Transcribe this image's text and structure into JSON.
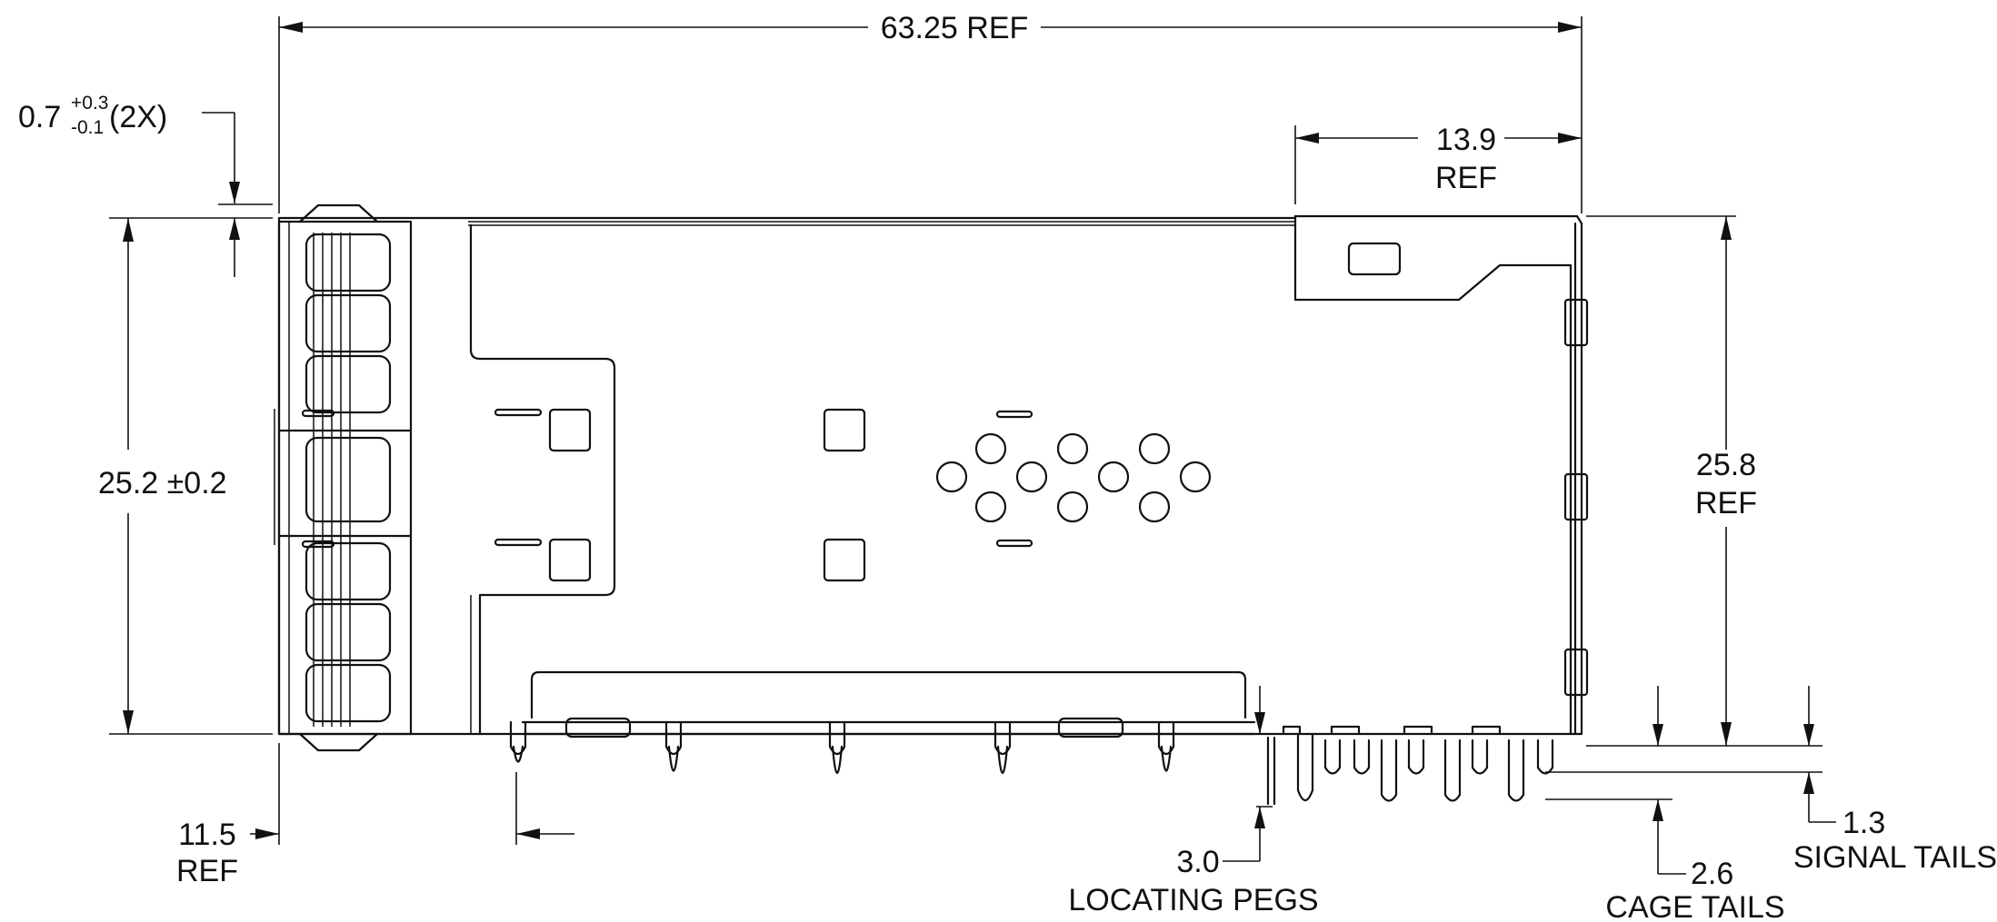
{
  "colors": {
    "line": "#111111",
    "background": "#ffffff"
  },
  "dimensions": {
    "overall_length": "63.25 REF",
    "tab_length_value": "13.9",
    "tab_length_ref": "REF",
    "flange_value": "0.7",
    "flange_tol_plus": "+0.3",
    "flange_tol_minus": "-0.1",
    "flange_count": "(2X)",
    "height": "25.2 ±0.2",
    "overall_height_value": "25.8",
    "overall_height_ref": "REF",
    "front_offset_value": "11.5",
    "front_offset_ref": "REF",
    "peg_length_value": "3.0",
    "peg_label": "LOCATING PEGS",
    "signal_tail_value": "1.3",
    "signal_tail_label": "SIGNAL TAILS",
    "cage_tail_value": "2.6",
    "cage_tail_label": "CAGE TAILS"
  }
}
